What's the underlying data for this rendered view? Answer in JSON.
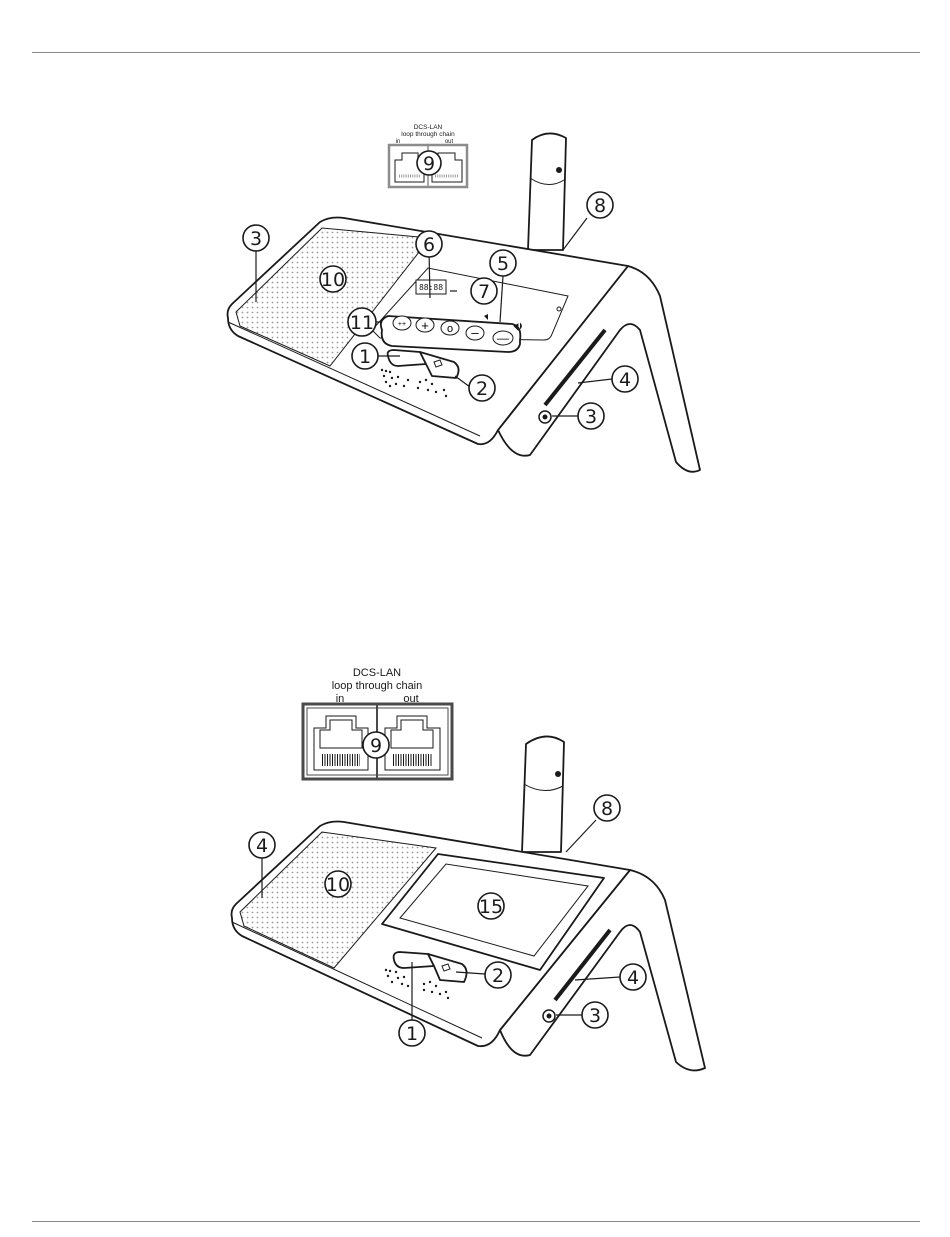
{
  "connector_small": {
    "title": "DCS-LAN",
    "subtitle": "loop through chain",
    "in_label": "in",
    "out_label": "out",
    "callout": "9"
  },
  "connector_large": {
    "title": "DCS-LAN",
    "subtitle": "loop through chain",
    "in_label": "in",
    "out_label": "out",
    "callout": "9"
  },
  "unit_top": {
    "display_text": "88:88",
    "callouts": {
      "c1": "1",
      "c2": "2",
      "c3_left": "3",
      "c3_right": "3",
      "c4": "4",
      "c5": "5",
      "c6": "6",
      "c7": "7",
      "c8": "8",
      "c10": "10",
      "c11": "11"
    }
  },
  "unit_bottom": {
    "callouts": {
      "c1": "1",
      "c2": "2",
      "c3": "3",
      "c4_left": "4",
      "c4_right": "4",
      "c8": "8",
      "c10": "10",
      "c15": "15"
    }
  }
}
